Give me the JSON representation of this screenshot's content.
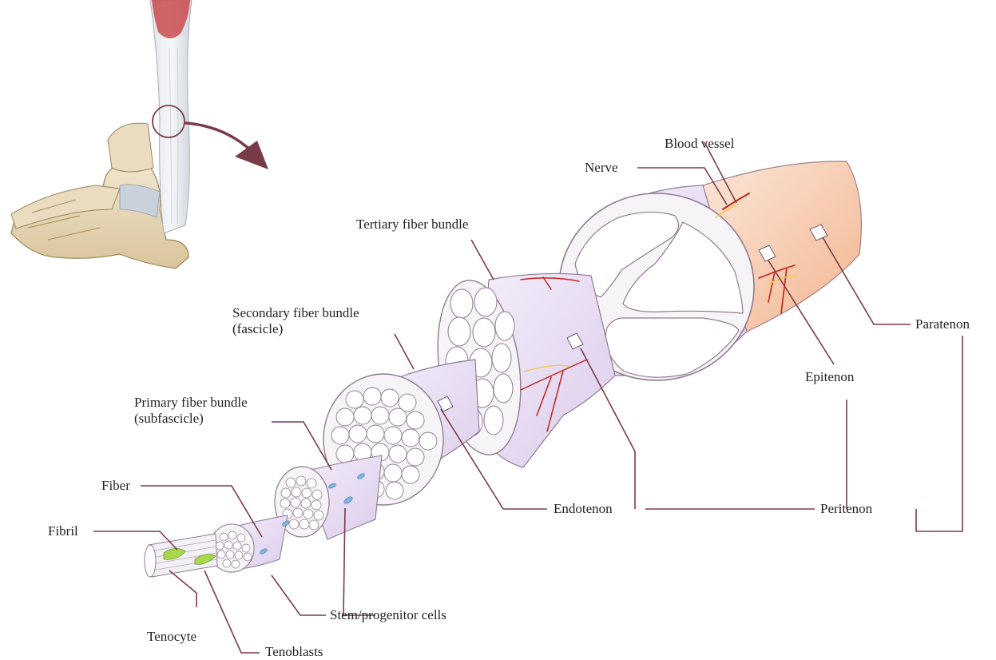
{
  "colors": {
    "leader_line": "#7a3b48",
    "membrane_lilac": "#e8ddf2",
    "paratenon_peach": "#f7c9a8",
    "blood_vessel": "#c4231b",
    "nerve": "#f2c94c",
    "tenocyte_green": "#a8d84a",
    "progenitor_blue": "#7fb2e0",
    "arrow": "#7a3b48"
  },
  "labels": {
    "blood_vessel": "Blood vessel",
    "nerve": "Nerve",
    "tertiary_bundle": "Tertiary fiber bundle",
    "secondary_bundle_1": "Secondary fiber bundle",
    "secondary_bundle_2": "(fascicle)",
    "primary_bundle_1": "Primary fiber bundle",
    "primary_bundle_2": "(subfascicle)",
    "fiber": "Fiber",
    "fibril": "Fibril",
    "tenocyte": "Tenocyte",
    "tenoblasts": "Tenoblasts",
    "stem_cells": "Stem/progenitor cells",
    "endotenon": "Endotenon",
    "peritenon": "Peritenon",
    "epitenon": "Epitenon",
    "paratenon": "Paratenon"
  }
}
